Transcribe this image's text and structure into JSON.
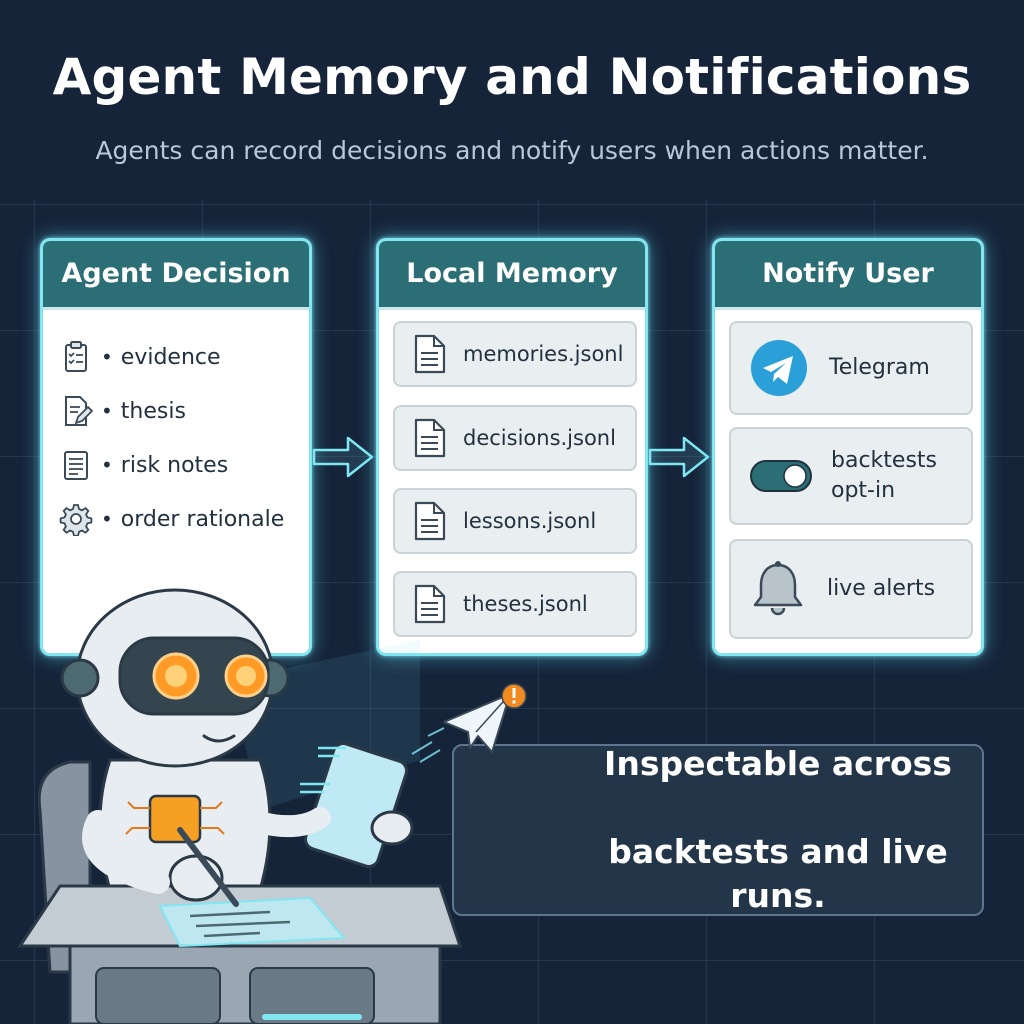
{
  "title": "Agent Memory and Notifications",
  "subtitle": "Agents can record decisions and notify users when actions matter.",
  "cards": {
    "decision": {
      "heading": "Agent Decision",
      "items": [
        {
          "label": "evidence",
          "icon": "clipboard-checklist-icon"
        },
        {
          "label": "thesis",
          "icon": "document-pen-icon"
        },
        {
          "label": "risk notes",
          "icon": "notes-icon"
        },
        {
          "label": "order rationale",
          "icon": "gear-icon"
        }
      ]
    },
    "memory": {
      "heading": "Local Memory",
      "files": [
        {
          "label": "memories.jsonl",
          "icon": "file-icon"
        },
        {
          "label": "decisions.jsonl",
          "icon": "file-icon"
        },
        {
          "label": "lessons.jsonl",
          "icon": "file-icon"
        },
        {
          "label": "theses.jsonl",
          "icon": "file-icon"
        }
      ]
    },
    "notify": {
      "heading": "Notify User",
      "channels": [
        {
          "label": "Telegram",
          "icon": "telegram-icon"
        },
        {
          "label_line1": "backtests",
          "label_line2": "opt-in",
          "icon": "toggle-switch-icon"
        },
        {
          "label": "live alerts",
          "icon": "bell-icon"
        }
      ]
    }
  },
  "callout": {
    "line1": "Inspectable across",
    "line2": "backtests and live runs."
  },
  "colors": {
    "background": "#16243a",
    "card_header": "#2c6e75",
    "glow": "#7fe6f2",
    "callout_bg": "#233548"
  }
}
